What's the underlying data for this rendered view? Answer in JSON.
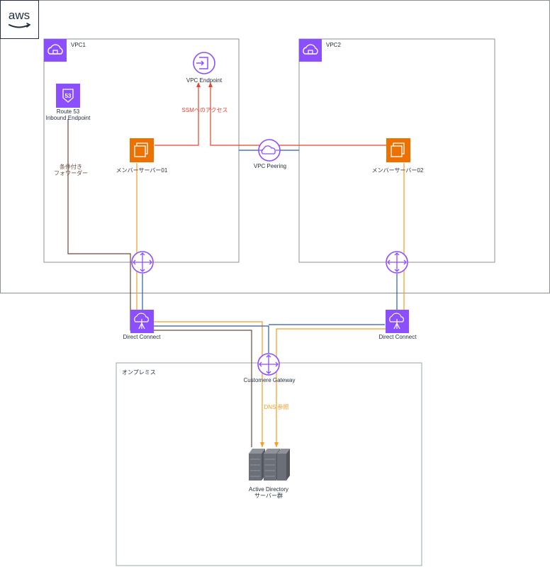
{
  "aws_logo": "aws",
  "groups": {
    "vpc1": "VPC1",
    "vpc2": "VPC2",
    "onprem": "オンプレミス"
  },
  "nodes": {
    "route53": [
      "Route 53",
      "Inbound Endpoint"
    ],
    "vpc_endpoint": "VPC Endpoint",
    "member01": "メンバーサーバー01",
    "member02": "メンバーサーバー02",
    "vpc_peering": "VPC Peering",
    "dx_left": "Direct Connect",
    "dx_right": "Direct Connect",
    "customer_gateway": "Customere Gateway",
    "ad_servers": [
      "Active Directory",
      "サーバー群"
    ]
  },
  "edge_labels": {
    "ssm_access": "SSMへのアクセス",
    "conditional_forwarder": [
      "条件付き",
      "フォワーダー"
    ],
    "dns_ref": "DNS 参照"
  },
  "colors": {
    "purple": "#8c4fff",
    "orange": "#ed7100",
    "red": "#e7442f",
    "blue": "#2a5caa",
    "brown": "#6b4a3a",
    "amber": "#f59d1e",
    "group_border": "#879196",
    "onprem_border": "#a6b8b8"
  },
  "icons": {
    "vpc": "vpc-cloud-lock-icon",
    "route53": "route53-icon",
    "endpoint": "vpc-endpoint-icon",
    "ec2": "ec2-instance-icon",
    "peering": "vpc-peering-icon",
    "router": "router-icon",
    "direct_connect": "direct-connect-icon",
    "server": "server-stack-icon"
  }
}
